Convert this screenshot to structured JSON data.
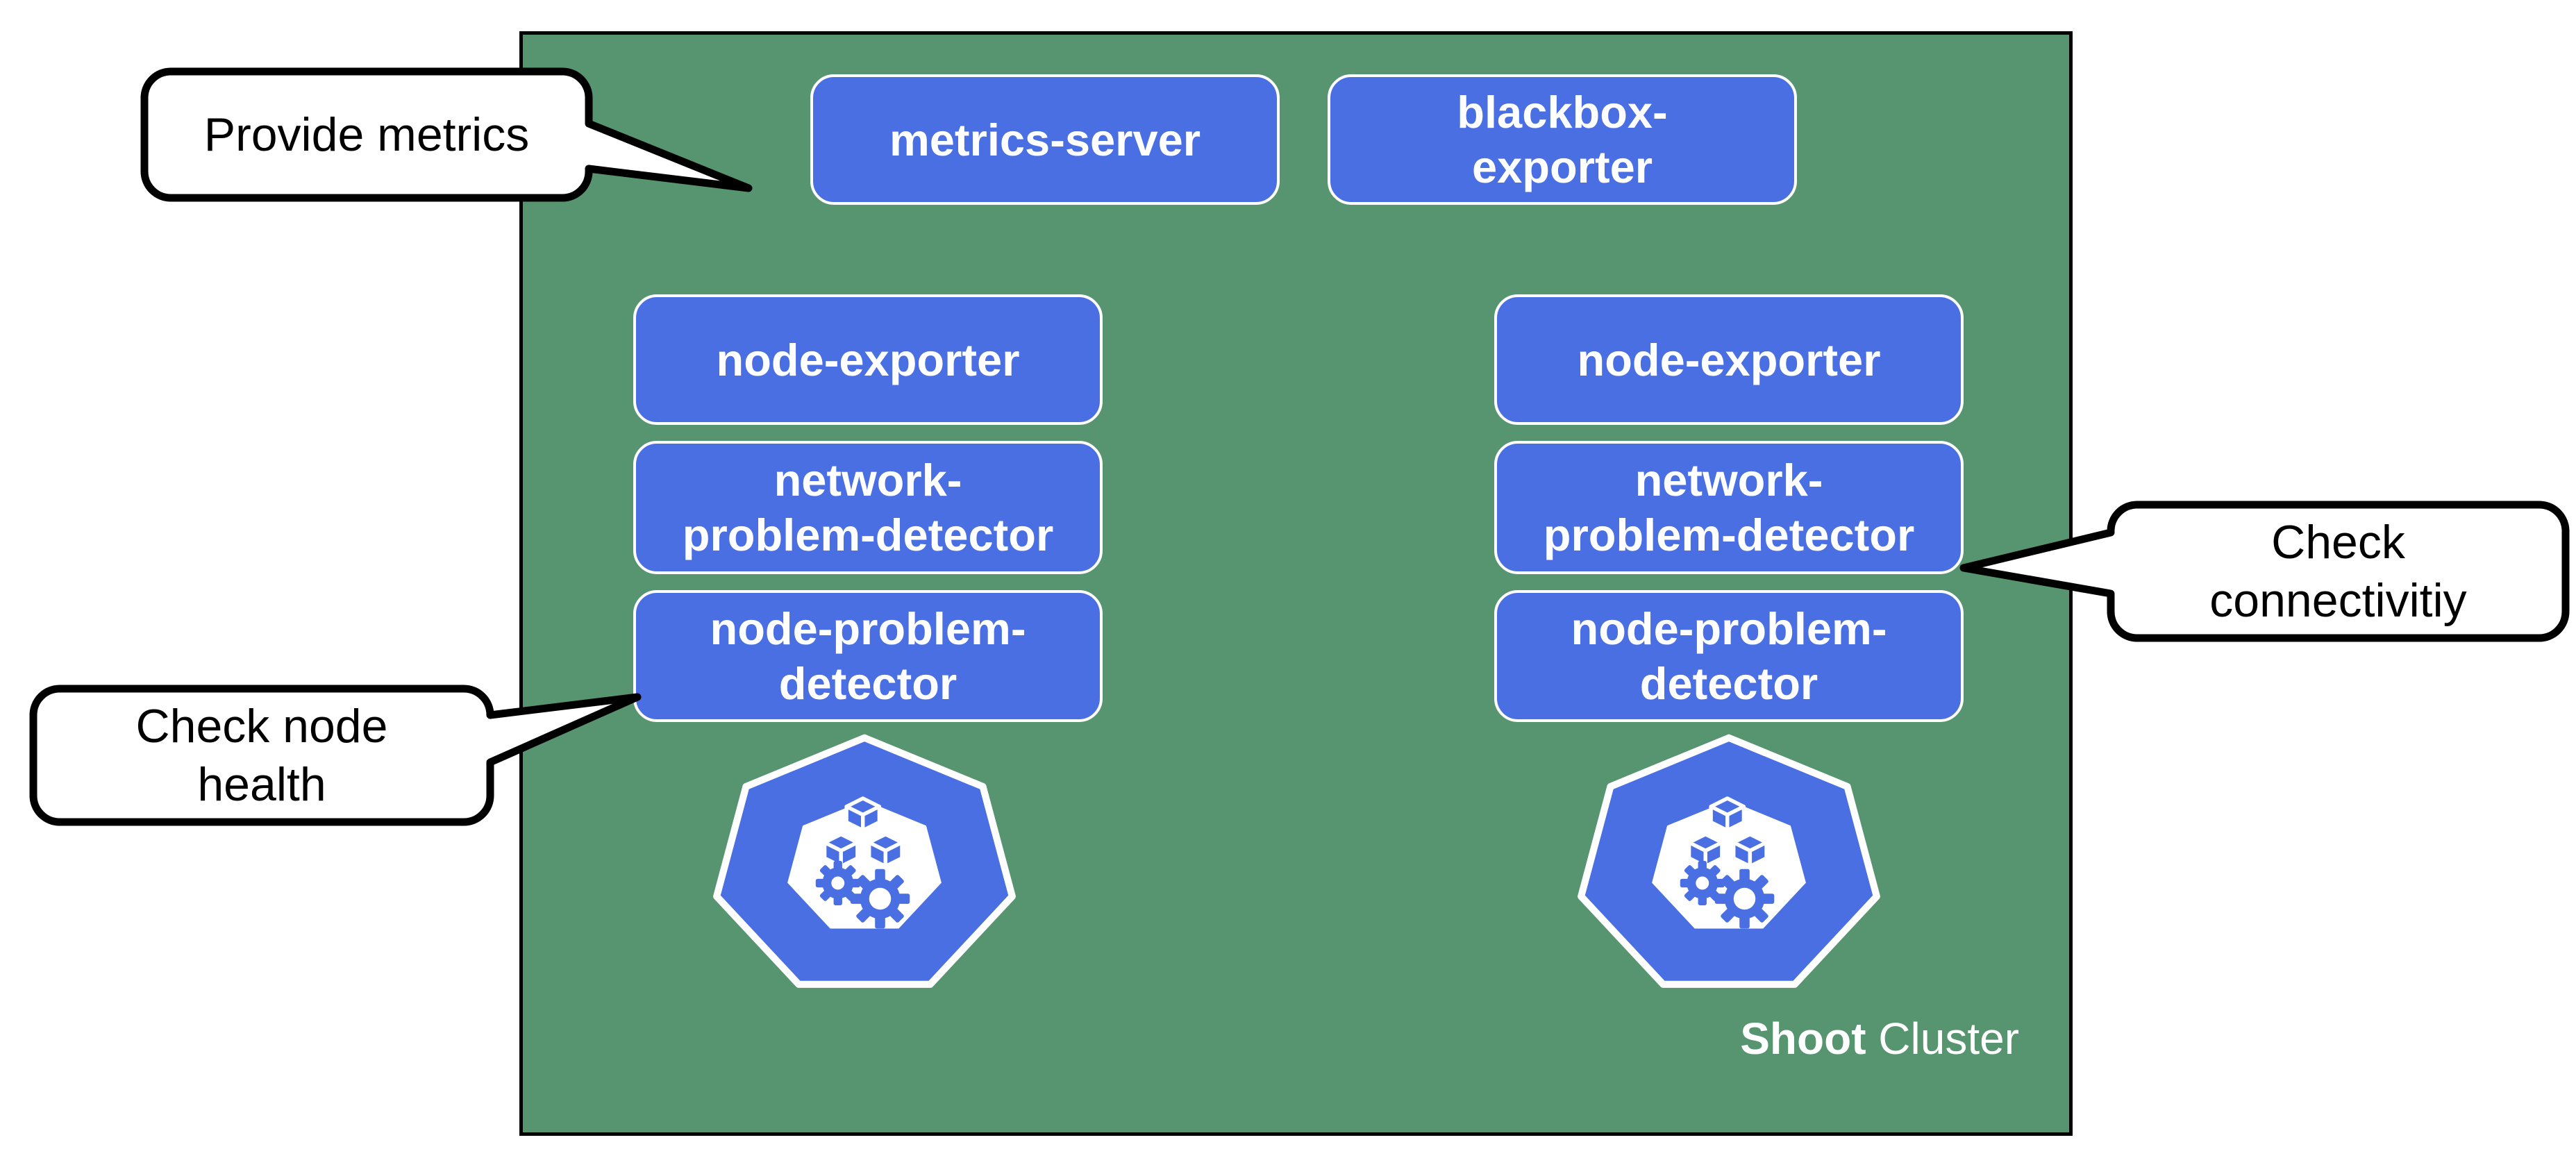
{
  "colors": {
    "cluster_green": "#579470",
    "node_blue": "#4a6fe2",
    "callout_fill": "#ffffff",
    "callout_border": "#000000"
  },
  "cluster": {
    "name_bold": "Shoot",
    "name_rest": " Cluster"
  },
  "services": {
    "metrics_server": {
      "label": "metrics-server"
    },
    "blackbox_exporter": {
      "line1": "blackbox-",
      "line2": "exporter"
    }
  },
  "daemons": {
    "node_exporter": {
      "label": "node-exporter"
    },
    "network_problem_detector": {
      "line1": "network-",
      "line2": "problem-detector"
    },
    "node_problem_detector": {
      "line1": "node-problem-",
      "line2": "detector"
    }
  },
  "callouts": {
    "provide_metrics": {
      "line1": "Provide metrics"
    },
    "check_node_health": {
      "line1": "Check node",
      "line2": "health"
    },
    "check_connectivity": {
      "line1": "Check",
      "line2": "connectivitiy"
    }
  },
  "icons": {
    "kubernetes_node": "kubernetes-node-icon"
  }
}
